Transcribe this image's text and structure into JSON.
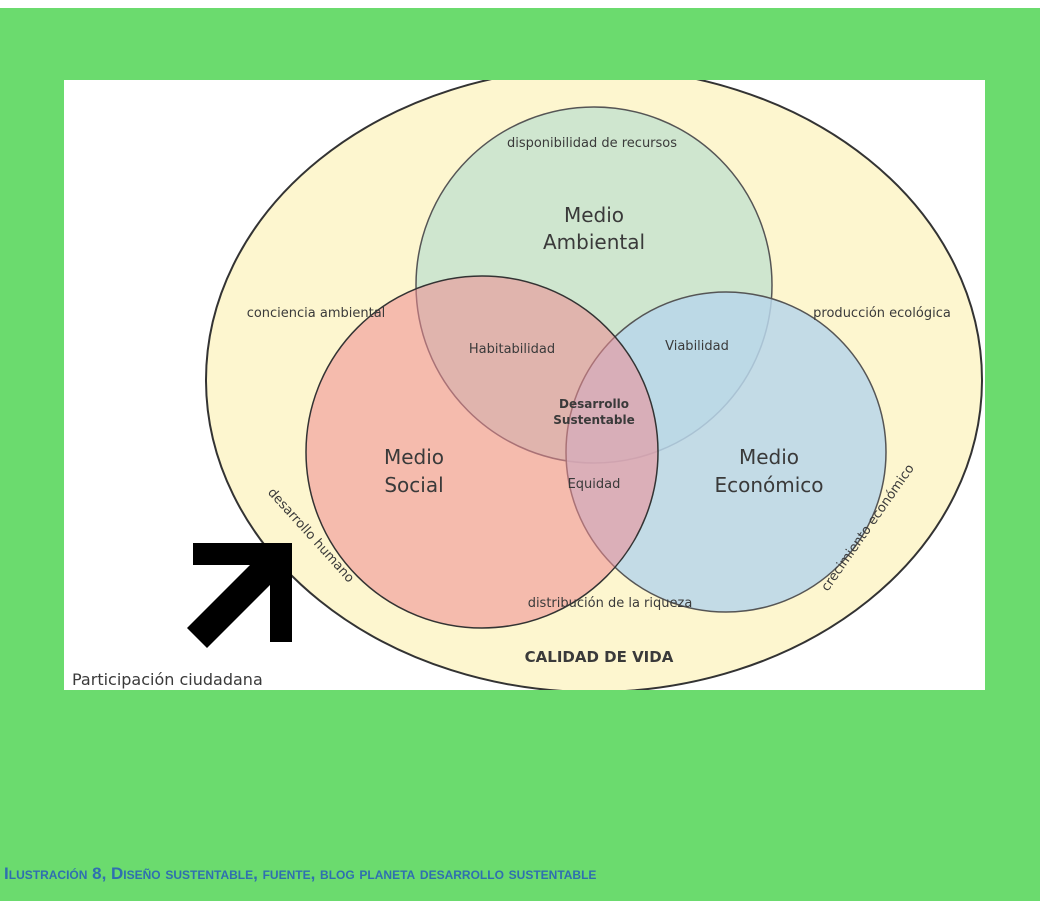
{
  "diagram": {
    "outer_top": "disponibilidad de recursos",
    "outer_left": "conciencia ambiental",
    "outer_right": "producción ecológica",
    "outer_bottom_left": "desarrollo humano",
    "outer_bottom": "distribución de la riqueza",
    "outer_bottom_right": "crecimiento económico",
    "footer": "CALIDAD DE VIDA",
    "arrow_label": "Participación ciudadana",
    "circle_ambiental_line1": "Medio",
    "circle_ambiental_line2": "Ambiental",
    "circle_social_line1": "Medio",
    "circle_social_line2": "Social",
    "circle_economico_line1": "Medio",
    "circle_economico_line2": "Económico",
    "overlap_habitabilidad": "Habitabilidad",
    "overlap_viabilidad": "Viabilidad",
    "overlap_equidad": "Equidad",
    "center_line1": "Desarrollo",
    "center_line2": "Sustentable"
  },
  "caption": {
    "first_letter": "I",
    "text": "lustración 8, Diseño sustentable, fuente, blog planeta desarrollo sustentable"
  },
  "colors": {
    "background": "#6bdb6e",
    "outer_circle": "#fdf6cf",
    "ambiental": "#cfe6cf",
    "social": "#ef8a92",
    "economico": "#b8d6ea",
    "caption": "#2f6fb0"
  }
}
